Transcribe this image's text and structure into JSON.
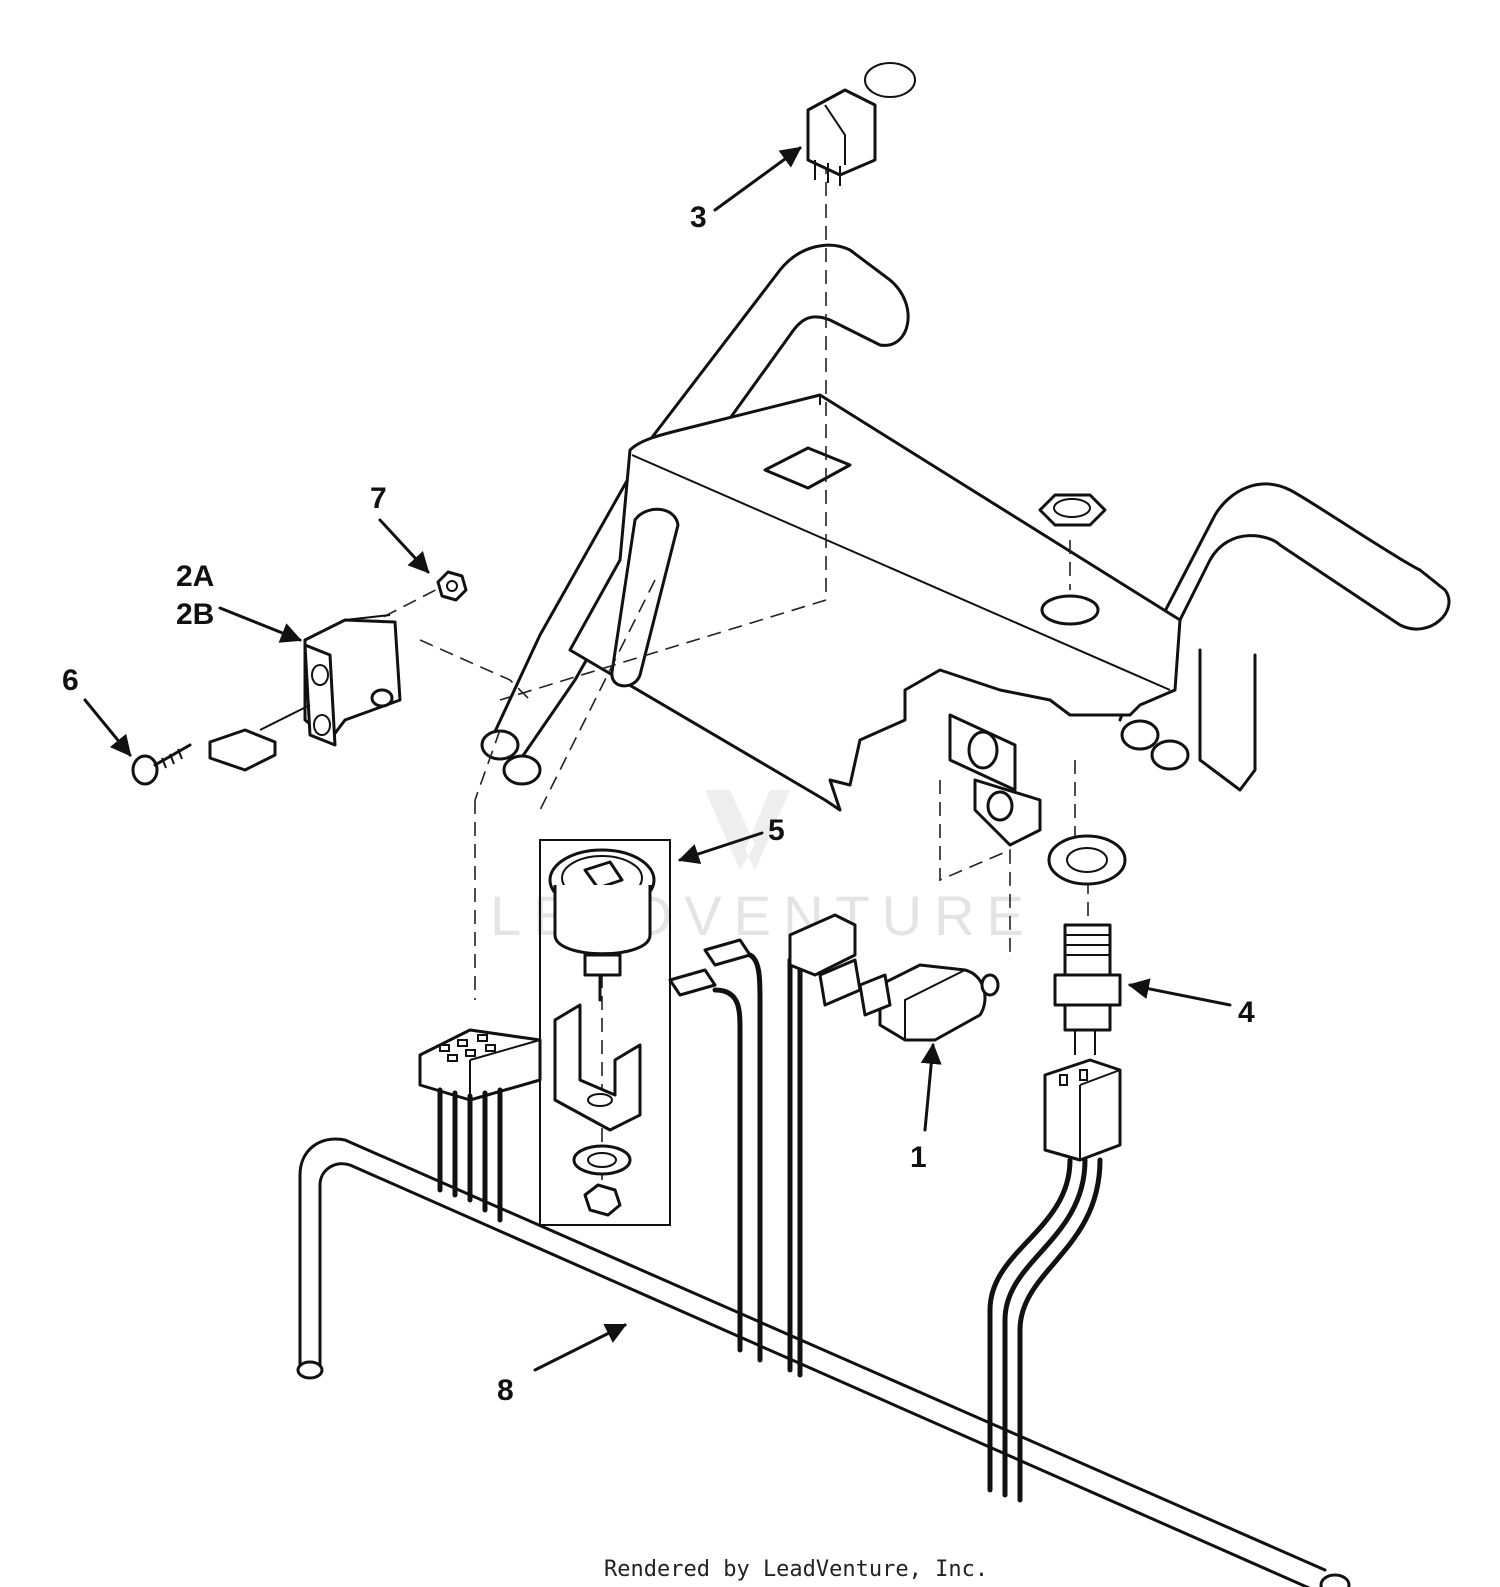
{
  "callouts": {
    "c1": "1",
    "c2a": "2A",
    "c2b": "2B",
    "c3": "3",
    "c4": "4",
    "c5": "5",
    "c6": "6",
    "c7": "7",
    "c8": "8"
  },
  "watermark": "LEADVENTURE",
  "footer": "Rendered by LeadVenture, Inc."
}
